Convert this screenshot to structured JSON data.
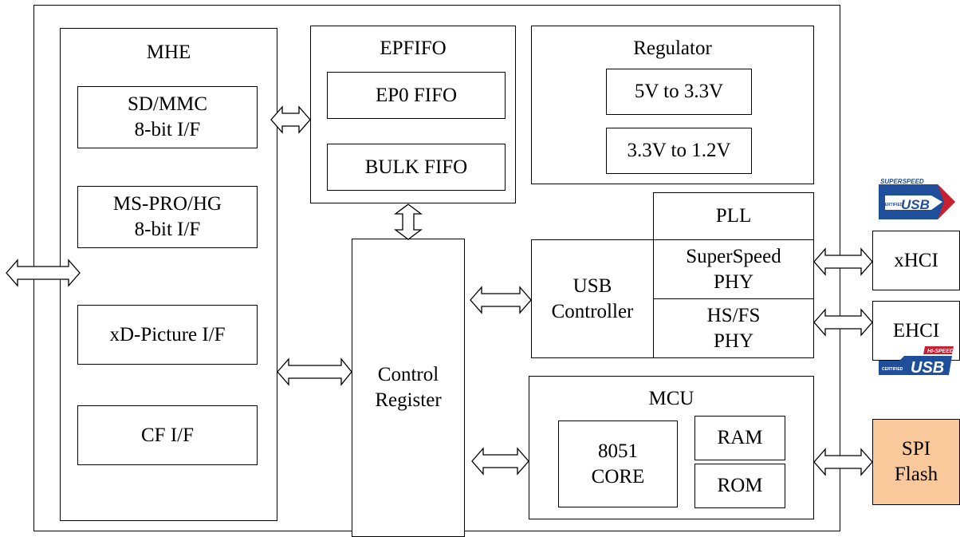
{
  "blocks": {
    "mhe": "MHE",
    "sdmmc": "SD/MMC\n8-bit I/F",
    "mspro": "MS-PRO/HG\n8-bit I/F",
    "xd": "xD-Picture I/F",
    "cf": "CF I/F",
    "epfifo": "EPFIFO",
    "ep0": "EP0 FIFO",
    "bulk": "BULK FIFO",
    "regulator": "Regulator",
    "reg5v": "5V to 3.3V",
    "reg33": "3.3V to 1.2V",
    "pll": "PLL",
    "ss_phy": "SuperSpeed\nPHY",
    "hsfs_phy": "HS/FS\nPHY",
    "usb_ctrl": "USB\nController",
    "ctrl_reg": "Control\nRegister",
    "mcu": "MCU",
    "core": "8051\nCORE",
    "ram": "RAM",
    "rom": "ROM",
    "xhci": "xHCI",
    "ehci": "EHCI",
    "spi": "SPI\nFlash"
  },
  "logos": {
    "superspeed_top": "SUPERSPEED",
    "superspeed_small": "CERTIFIED",
    "superspeed_usb": "USB",
    "hispeed_top": "HI-SPEED",
    "hispeed_small": "CERTIFIED",
    "hispeed_usb": "USB"
  },
  "colors": {
    "spi_fill": "#f9c89b",
    "superspeed_blue": "#1f4e9b",
    "superspeed_red": "#c8202f",
    "hispeed_blue": "#1f4e9b",
    "hispeed_red": "#c8202f"
  }
}
